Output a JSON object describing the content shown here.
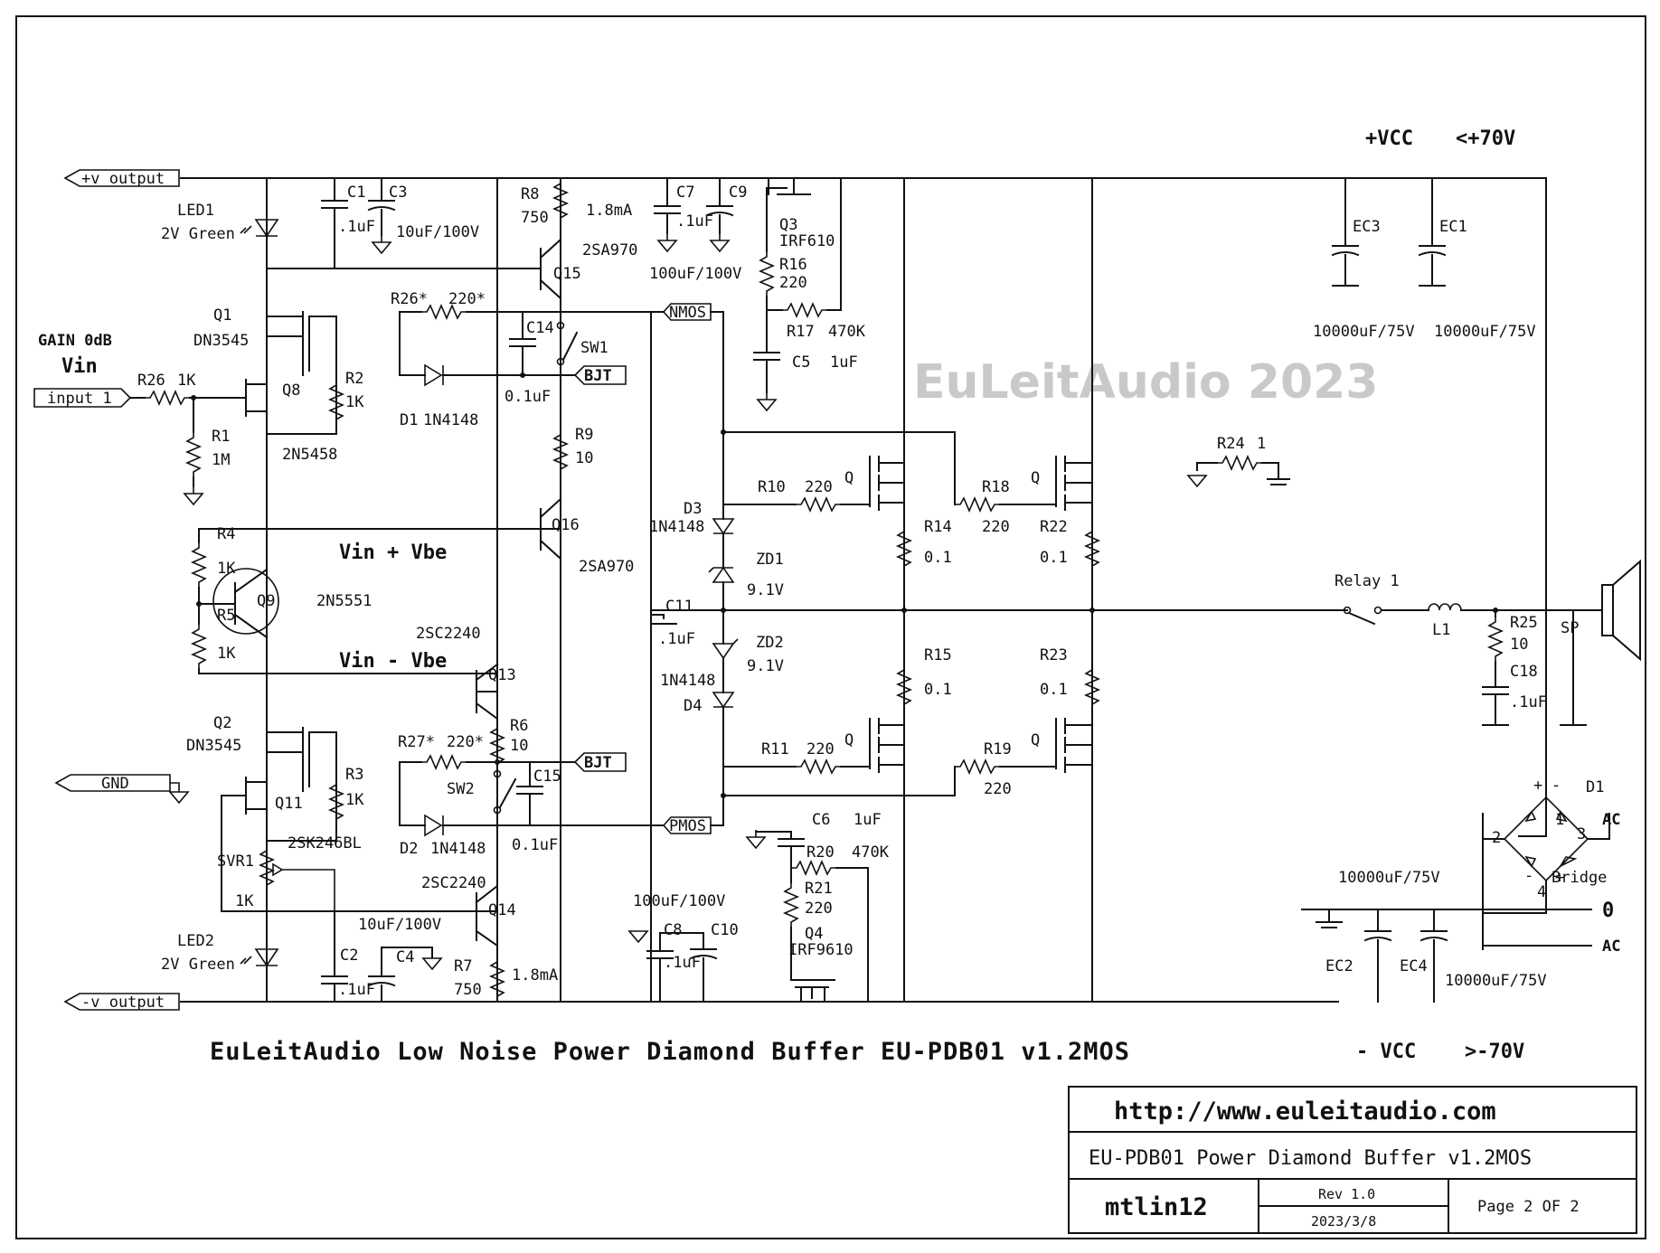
{
  "watermark": "EuLeitAudio 2023",
  "supply": {
    "vcc_pos_label": "+VCC",
    "vcc_pos_value": "<+70V",
    "vcc_neg_label": "- VCC",
    "vcc_neg_value": ">-70V"
  },
  "ports": {
    "pos_output": "+v output",
    "neg_output": "-v output",
    "input": "input 1",
    "gnd": "GND",
    "nmos": "NMOS",
    "pmos": "PMOS",
    "bjt_top": "BJT",
    "bjt_bottom": "BJT"
  },
  "notes": {
    "gain": "GAIN 0dB",
    "vin": "Vin",
    "vin_plus_vbe": "Vin + Vbe",
    "vin_minus_vbe": "Vin - Vbe",
    "ac_top": "AC",
    "ac_bottom": "AC",
    "zero": "0",
    "bridge": "Bridge"
  },
  "components": {
    "led1": "LED1",
    "led1_val": "2V Green",
    "led2": "LED2",
    "led2_val": "2V Green",
    "c1": "C1",
    "c1_val": ".1uF",
    "c3": "C3",
    "c3_val": "10uF/100V",
    "c2": "C2",
    "c2_val": ".1uF",
    "c4": "C4",
    "c4_val": "10uF/100V",
    "q1": "Q1",
    "q1_val": "DN3545",
    "q2": "Q2",
    "q2_val": "DN3545",
    "q8": "Q8",
    "q8_val": "2N5458",
    "q11": "Q11",
    "q11_val": "2SK246BL",
    "r26": "R26",
    "r26_val": "1K",
    "r1": "R1",
    "r1_val": "1M",
    "r2": "R2",
    "r2_val": "1K",
    "r3": "R3",
    "r3_val": "1K",
    "r4": "R4",
    "r4_val": "1K",
    "r5": "R5",
    "r5_val": "1K",
    "q9": "Q9",
    "q9_val": "2N5551",
    "svr1": "SVR1",
    "svr1_val": "1K",
    "r8": "R8",
    "r8_val": "750",
    "r8_cur": "1.8mA",
    "r7": "R7",
    "r7_val": "750",
    "r7_cur": "1.8mA",
    "q15": "Q15",
    "q15_val": "2SA970",
    "q16": "Q16",
    "q16_val": "2SA970",
    "q13": "Q13",
    "q13_val": "2SC2240",
    "q14": "Q14",
    "q14_val": "2SC2240",
    "r26s": "R26*",
    "r26s_val": "220*",
    "r27s": "R27*",
    "r27s_val": "220*",
    "c14": "C14",
    "c14_val": "0.1uF",
    "c15": "C15",
    "c15_val": "0.1uF",
    "sw1": "SW1",
    "sw2": "SW2",
    "d1": "D1",
    "d1_val": "1N4148",
    "d2": "D2",
    "d2_val": "1N4148",
    "r9": "R9",
    "r9_val": "10",
    "r6": "R6",
    "r6_val": "10",
    "c7": "C7",
    "c7_val": ".1uF",
    "c9": "C9",
    "c9_val": "100uF/100V",
    "c8": "C8",
    "c8_val": ".1uF",
    "c10": "C10",
    "c10_val": "100uF/100V",
    "q3": "Q3",
    "q3_val": "IRF610",
    "q4": "Q4",
    "q4_val": "IRF9610",
    "r16": "R16",
    "r16_val": "220",
    "r17": "R17",
    "r17_val": "470K",
    "r20": "R20",
    "r20_val": "470K",
    "r21": "R21",
    "r21_val": "220",
    "c5": "C5",
    "c5_val": "1uF",
    "c6": "C6",
    "c6_val": "1uF",
    "c11": "C11",
    "c11_val": ".1uF",
    "d3": "D3",
    "d3_val": "1N4148",
    "d4": "D4",
    "d4_val": "1N4148",
    "zd1": "ZD1",
    "zd1_val": "9.1V",
    "zd2": "ZD2",
    "zd2_val": "9.1V",
    "r10": "R10",
    "r10_val": "220",
    "r11": "R11",
    "r11_val": "220",
    "r18": "R18",
    "r18_val": "220",
    "r19": "R19",
    "r19_val": "220",
    "r14": "R14",
    "r14_val": "0.1",
    "r15": "R15",
    "r15_val": "0.1",
    "r22": "R22",
    "r22_val": "0.1",
    "r23": "R23",
    "r23_val": "0.1",
    "q_mos": "Q",
    "ec1": "EC1",
    "ec3": "EC3",
    "ec2": "EC2",
    "ec4": "EC4",
    "ec_val": "10000uF/75V",
    "r24": "R24",
    "r24_val": "1",
    "relay": "Relay 1",
    "l1": "L1",
    "r25": "R25",
    "r25_val": "10",
    "c18": "C18",
    "c18_val": ".1uF",
    "sp": "SP",
    "d1_bridge": "D1",
    "pin1": "1",
    "pin2": "2",
    "pin3": "3",
    "pin4": "4",
    "plus": "+",
    "minus": "-"
  },
  "title": "EuLeitAudio Low Noise Power Diamond Buffer EU-PDB01 v1.2MOS",
  "title_block": {
    "url": "http://www.euleitaudio.com",
    "name": "EU-PDB01 Power Diamond Buffer v1.2MOS",
    "author": "mtlin12",
    "rev": "Rev 1.0",
    "date": "2023/3/8",
    "page": "Page 2 OF 2"
  }
}
